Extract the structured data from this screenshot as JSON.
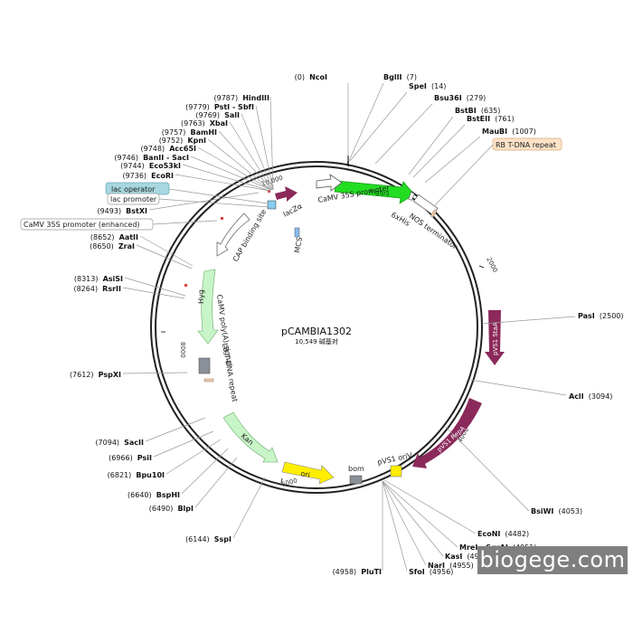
{
  "plasmid": {
    "name": "pCAMBIA1302",
    "size_text": "10,549 碱基对"
  },
  "ticks": [
    "10,000",
    "2000",
    "4000",
    "6000",
    "8000"
  ],
  "sites": [
    {
      "name": "NcoI",
      "pos": "(0)"
    },
    {
      "name": "BglII",
      "pos": "(7)"
    },
    {
      "name": "SpeI",
      "pos": "(14)"
    },
    {
      "name": "Bsu36I",
      "pos": "(279)"
    },
    {
      "name": "BstBI",
      "pos": "(635)"
    },
    {
      "name": "BstEII",
      "pos": "(761)"
    },
    {
      "name": "MauBI",
      "pos": "(1007)"
    },
    {
      "name": "PasI",
      "pos": "(2500)"
    },
    {
      "name": "AclI",
      "pos": "(3094)"
    },
    {
      "name": "BsiWI",
      "pos": "(4053)"
    },
    {
      "name": "EcoNI",
      "pos": "(4482)"
    },
    {
      "name": "MreI - SgrAI",
      "pos": "(4951)"
    },
    {
      "name": "KasI",
      "pos": "(4955)"
    },
    {
      "name": "NarI",
      "pos": "(4955)"
    },
    {
      "name": "SfoI",
      "pos": "(4956)"
    },
    {
      "name": "PluTI",
      "pos": "(4958)"
    },
    {
      "name": "SspI",
      "pos": "(6144)"
    },
    {
      "name": "BlpI",
      "pos": "(6490)"
    },
    {
      "name": "BspHI",
      "pos": "(6640)"
    },
    {
      "name": "Bpu10I",
      "pos": "(6821)"
    },
    {
      "name": "PsiI",
      "pos": "(6966)"
    },
    {
      "name": "SacII",
      "pos": "(7094)"
    },
    {
      "name": "PspXI",
      "pos": "(7612)"
    },
    {
      "name": "RsrII",
      "pos": "(8264)"
    },
    {
      "name": "AsiSI",
      "pos": "(8313)"
    },
    {
      "name": "ZraI",
      "pos": "(8650)"
    },
    {
      "name": "AatII",
      "pos": "(8652)"
    },
    {
      "name": "BstXI",
      "pos": "(9493)"
    },
    {
      "name": "EcoRI",
      "pos": "(9736)"
    },
    {
      "name": "Eco53kI",
      "pos": "(9744)"
    },
    {
      "name": "BanII - SacI",
      "pos": "(9746)"
    },
    {
      "name": "Acc65I",
      "pos": "(9748)"
    },
    {
      "name": "KpnI",
      "pos": "(9752)"
    },
    {
      "name": "BamHI",
      "pos": "(9757)"
    },
    {
      "name": "XbaI",
      "pos": "(9763)"
    },
    {
      "name": "SalI",
      "pos": "(9769)"
    },
    {
      "name": "PstI - SbfI",
      "pos": "(9779)"
    },
    {
      "name": "HindIII",
      "pos": "(9787)"
    }
  ],
  "features": {
    "mgfp5": "mgfp5",
    "sixhis": "6xHis",
    "camv35s_promoter": "CaMV 35S promoter",
    "nos_terminator": "NOS terminator",
    "rb_repeat": "RB T-DNA repeat",
    "vs1_stab": "pVS1 StaA",
    "vs1_rep": "pVS1 RepA",
    "vs1_oriv": "pVS1 oriV",
    "bom": "bom",
    "ori": "ori",
    "kan": "Kan",
    "lb_repeat": "LB T-DNA repeat",
    "camv_polya": "CaMV poly(A) signal",
    "hyg": "Hyg",
    "cap_site": "CAP binding site",
    "lacz": "lacZα",
    "mcs": "MCS",
    "lac_operator": "lac operator",
    "lac_promoter": "lac promoter",
    "camv35s_enhanced": "CaMV 35S promoter (enhanced)"
  },
  "watermark": "biogege.com",
  "colors": {
    "gfp": "#22dd22",
    "vs1": "#8b2a5a",
    "ori": "#ffee00",
    "marker": "#c8f5c8",
    "promoter": "#ffffff",
    "bom": "#8a9099",
    "rb_box": "#fde3c8",
    "lac_operator_box": "#a7d7e0"
  }
}
